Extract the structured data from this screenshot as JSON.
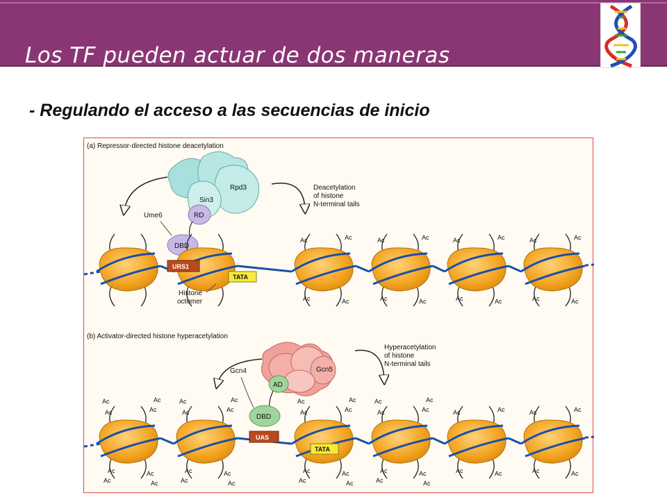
{
  "slide": {
    "title": "Los TF pueden actuar de dos maneras",
    "subtitle": "- Regulando el acceso a las secuencias de inicio"
  },
  "logo": {
    "icon": "dna-helix-icon"
  },
  "figure": {
    "panel_a": {
      "caption": "(a) Repressor-directed histone deacetylation",
      "labels": {
        "rpd3": "Rpd3",
        "sin3": "Sin3",
        "rd": "RD",
        "ume6": "Ume6",
        "dbd": "DBD",
        "urs1": "URS1",
        "tata": "TATA",
        "histone_1": "Histone",
        "histone_2": "octomer",
        "deacet_1": "Deacetylation",
        "deacet_2": "of histone",
        "deacet_3": "N-terminal tails"
      },
      "ac": "Ac"
    },
    "panel_b": {
      "caption": "(b) Activator-directed histone hyperacetylation",
      "labels": {
        "gcn5": "Gcn5",
        "gcn4": "Gcn4",
        "ad": "AD",
        "dbd": "DBD",
        "uas": "UAS",
        "tata": "TATA",
        "hyper_1": "Hyperacetylation",
        "hyper_2": "of histone",
        "hyper_3": "N-terminal tails"
      },
      "ac": "Ac"
    },
    "colors": {
      "header": "#8b3674",
      "nucleosome": "#f3a21e",
      "dna": "#1a4fa6",
      "repressor": "#a9e0de",
      "activator": "#f0a19a",
      "dbd": "#c8b8e6",
      "ad": "#9fd49a",
      "site": "#b9491f",
      "tata": "#f7ea3a"
    }
  }
}
